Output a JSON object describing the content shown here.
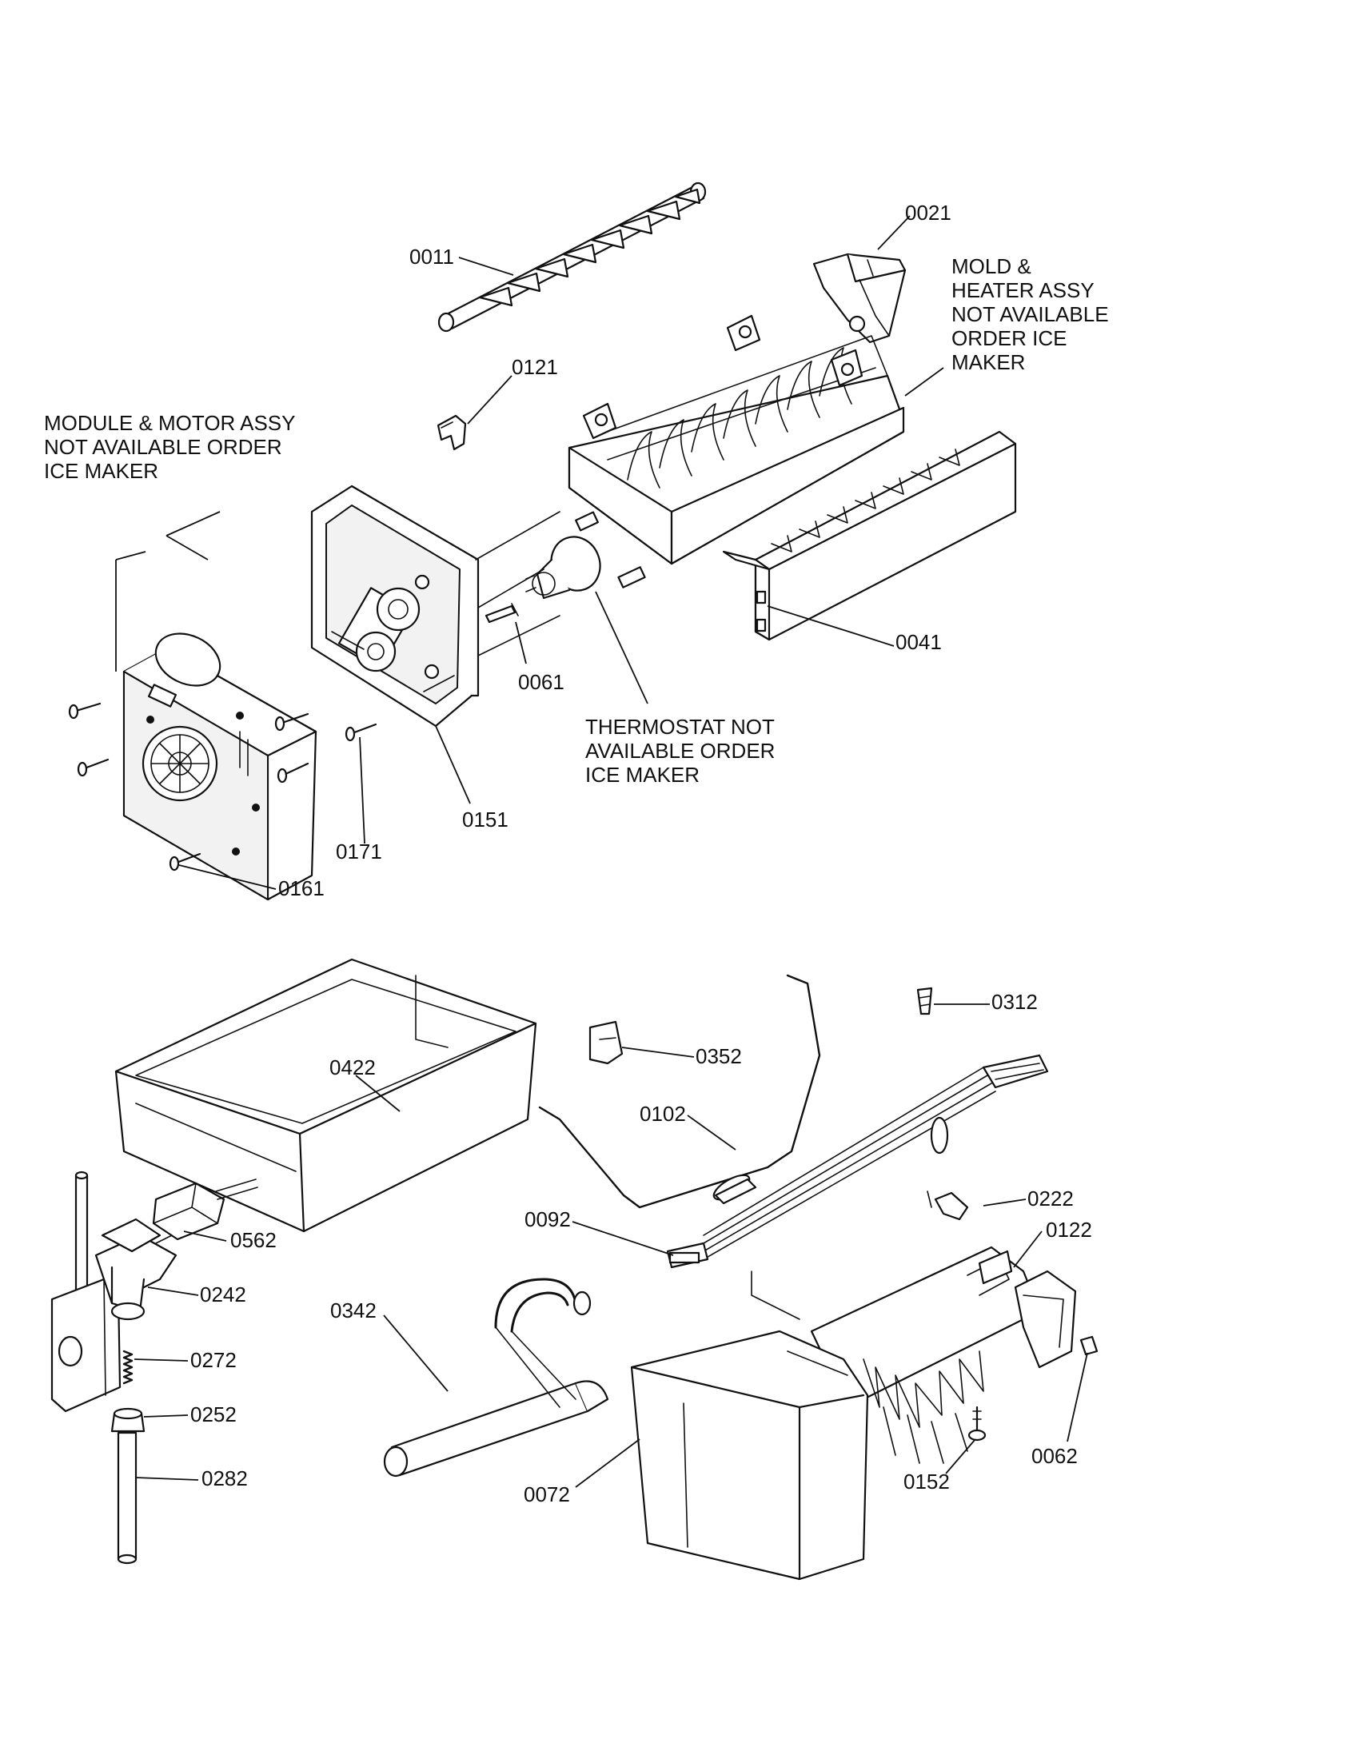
{
  "notes": {
    "mold_heater": [
      "MOLD &",
      "HEATER ASSY",
      "NOT AVAILABLE",
      "ORDER ICE",
      "MAKER"
    ],
    "module_motor": [
      "MODULE & MOTOR ASSY",
      "NOT AVAILABLE ORDER",
      "ICE MAKER"
    ],
    "thermostat": [
      "THERMOSTAT NOT",
      "AVAILABLE ORDER",
      "ICE MAKER"
    ]
  },
  "callouts": {
    "p0011": "0011",
    "p0021": "0021",
    "p0121": "0121",
    "p0041": "0041",
    "p0061": "0061",
    "p0151": "0151",
    "p0171": "0171",
    "p0161": "0161",
    "p0312": "0312",
    "p0352": "0352",
    "p0422": "0422",
    "p0102": "0102",
    "p0222": "0222",
    "p0092": "0092",
    "p0122": "0122",
    "p0562": "0562",
    "p0242": "0242",
    "p0342": "0342",
    "p0272": "0272",
    "p0252": "0252",
    "p0282": "0282",
    "p0072": "0072",
    "p0152": "0152",
    "p0062": "0062"
  }
}
